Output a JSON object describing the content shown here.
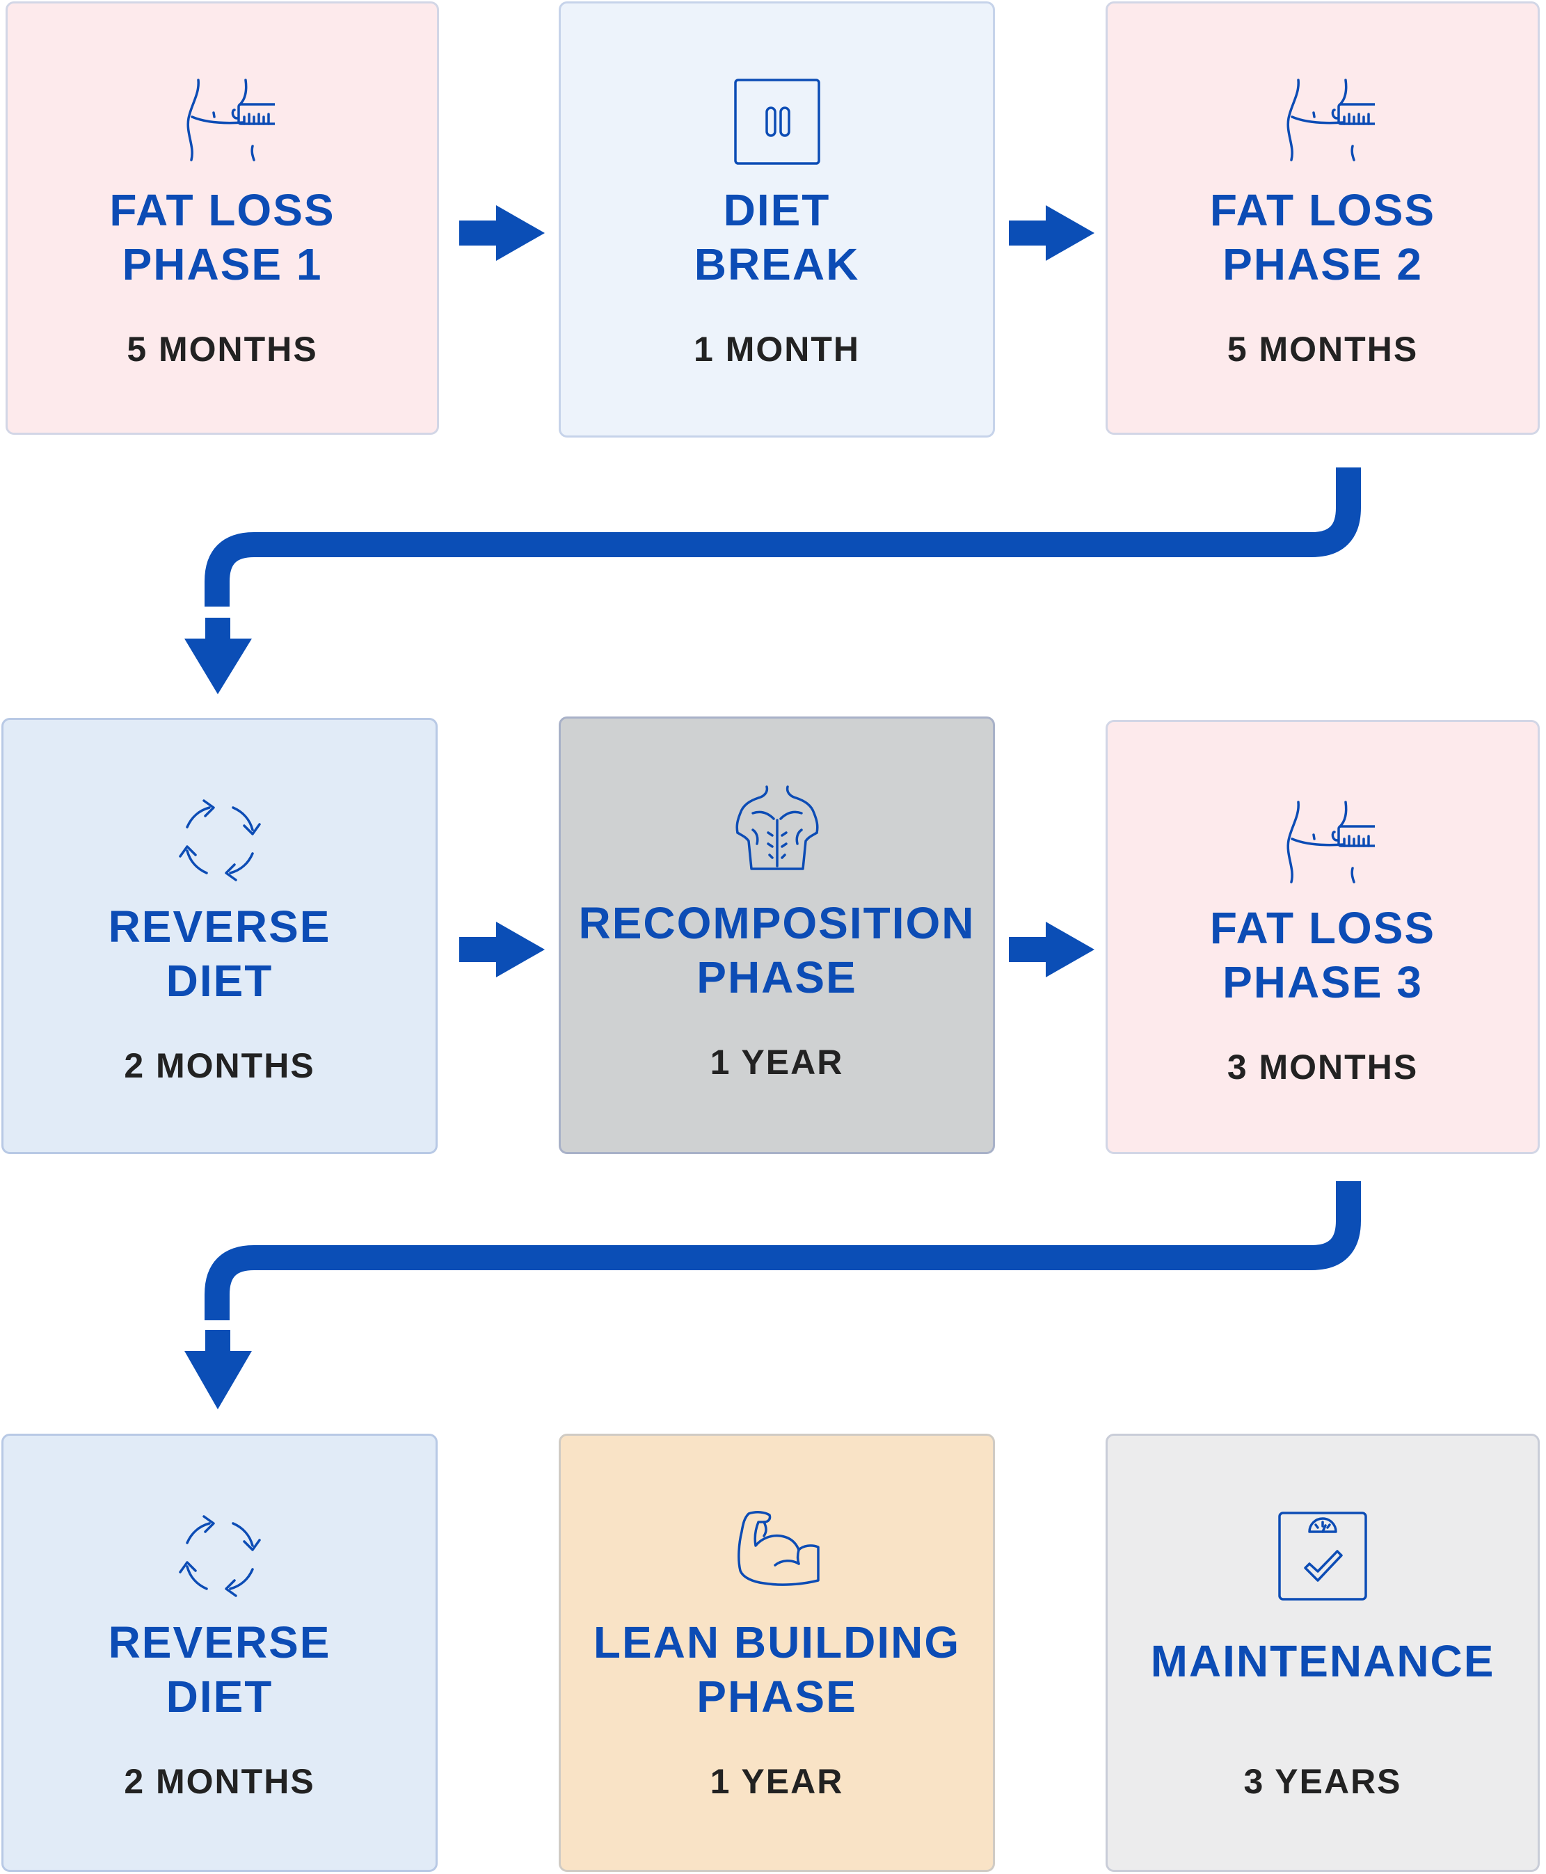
{
  "colors": {
    "accent": "#0c4cb5",
    "arrow": "#0b4eb6",
    "text_dark": "#222222"
  },
  "cards": [
    {
      "id": "fat-loss-phase-1",
      "title_lines": [
        "FAT LOSS",
        "PHASE 1"
      ],
      "duration": "5 MONTHS",
      "icon": "waist-measure-icon"
    },
    {
      "id": "diet-break",
      "title_lines": [
        "DIET",
        "BREAK"
      ],
      "duration": "1 MONTH",
      "icon": "pause-icon"
    },
    {
      "id": "fat-loss-phase-2",
      "title_lines": [
        "FAT LOSS",
        "PHASE 2"
      ],
      "duration": "5 MONTHS",
      "icon": "waist-measure-icon"
    },
    {
      "id": "reverse-diet-1",
      "title_lines": [
        "REVERSE",
        "DIET"
      ],
      "duration": "2 MONTHS",
      "icon": "cycle-arrows-icon"
    },
    {
      "id": "recomposition-phase",
      "title_lines": [
        "RECOMPOSITION",
        "PHASE"
      ],
      "duration": "1 YEAR",
      "icon": "torso-icon"
    },
    {
      "id": "fat-loss-phase-3",
      "title_lines": [
        "FAT LOSS",
        "PHASE 3"
      ],
      "duration": "3 MONTHS",
      "icon": "waist-measure-icon"
    },
    {
      "id": "reverse-diet-2",
      "title_lines": [
        "REVERSE",
        "DIET"
      ],
      "duration": "2 MONTHS",
      "icon": "cycle-arrows-icon"
    },
    {
      "id": "lean-building-phase",
      "title_lines": [
        "LEAN BUILDING",
        "PHASE"
      ],
      "duration": "1 YEAR",
      "icon": "flexed-arm-icon"
    },
    {
      "id": "maintenance",
      "title_lines": [
        "MAINTENANCE"
      ],
      "duration": "3 YEARS",
      "icon": "scale-check-icon"
    }
  ]
}
